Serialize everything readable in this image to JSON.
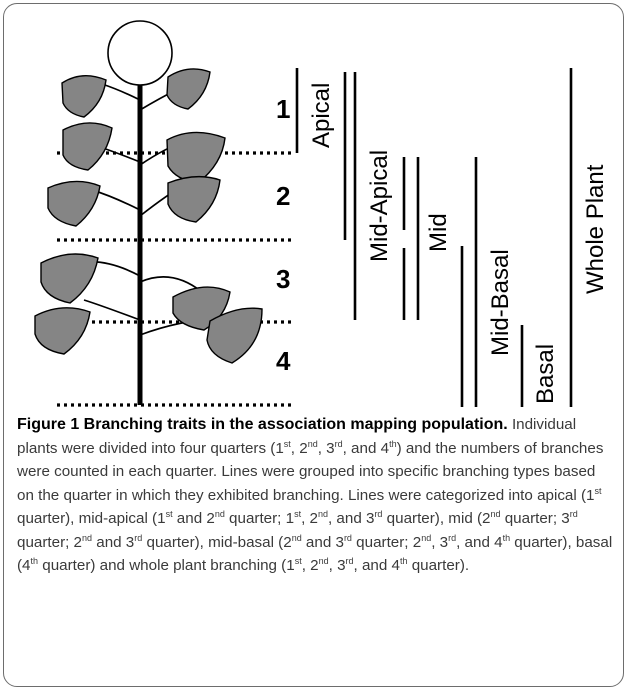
{
  "figure": {
    "quarters": [
      "1",
      "2",
      "3",
      "4"
    ],
    "groups": [
      "Apical",
      "Mid-Apical",
      "Mid",
      "Mid-Basal",
      "Basal",
      "Whole Plant"
    ]
  },
  "caption": {
    "title": "Figure 1 Branching traits in the association mapping population.",
    "p1": " Individual plants were divided into four quarters (1",
    "s1": "st",
    "p2": ", 2",
    "s2": "nd",
    "p3": ", 3",
    "s3": "rd",
    "p4": ", and 4",
    "s4": "th",
    "p5": ") and the numbers of branches were counted in each quarter. Lines were grouped into specific branching types based on the quarter in which they exhibited branching. Lines were categorized into apical (1",
    "s5": "st",
    "p6": " quarter), mid-apical (1",
    "s6": "st",
    "p7": " and 2",
    "s7": "nd",
    "p8": " quarter; 1",
    "s8": "st",
    "p9": ", 2",
    "s9": "nd",
    "p10": ", and 3",
    "s10": "rd",
    "p11": " quarter), mid (2",
    "s11": "nd",
    "p12": " quarter; 3",
    "s12": "rd",
    "p13": " quarter; 2",
    "s13": "nd",
    "p14": " and 3",
    "s14": "rd",
    "p15": " quarter), mid-basal (2",
    "s15": "nd",
    "p16": " and 3",
    "s16": "rd",
    "p17": " quarter; 2",
    "s17": "nd",
    "p18": ", 3",
    "s18": "rd",
    "p19": ", and 4",
    "s19": "th",
    "p20": " quarter), basal (4",
    "s20": "th",
    "p21": " quarter) and whole plant branching (1",
    "s21": "st",
    "p22": ", 2",
    "s22": "nd",
    "p23": ", 3",
    "s23": "rd",
    "p24": ", and 4",
    "s24": "th",
    "p25": " quarter)."
  }
}
